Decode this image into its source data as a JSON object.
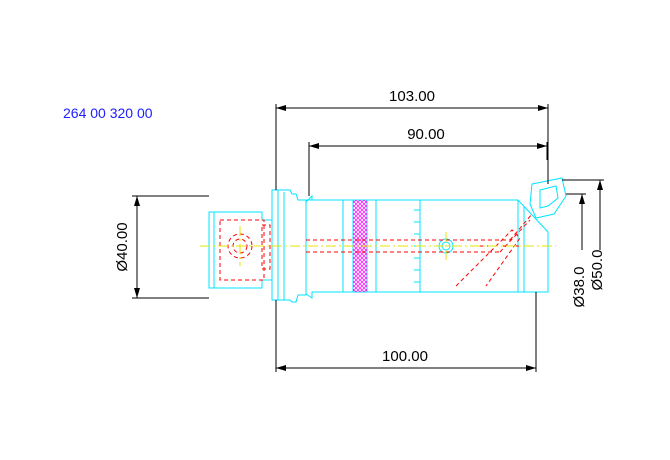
{
  "part_number": "264 00 320 00",
  "dimensions": {
    "overall_length": "103.00",
    "inner_length": "90.00",
    "length_lower": "100.00",
    "shank_diameter": "Ø40.00",
    "bore_diameter": "Ø38.0",
    "outer_diameter": "Ø50.0"
  },
  "colors": {
    "outline": "#00e5ff",
    "hidden": "#ff0000",
    "centerline": "#e6e600",
    "dimension": "#000000",
    "hatch": "#ff00ff",
    "label": "#2020ff"
  }
}
